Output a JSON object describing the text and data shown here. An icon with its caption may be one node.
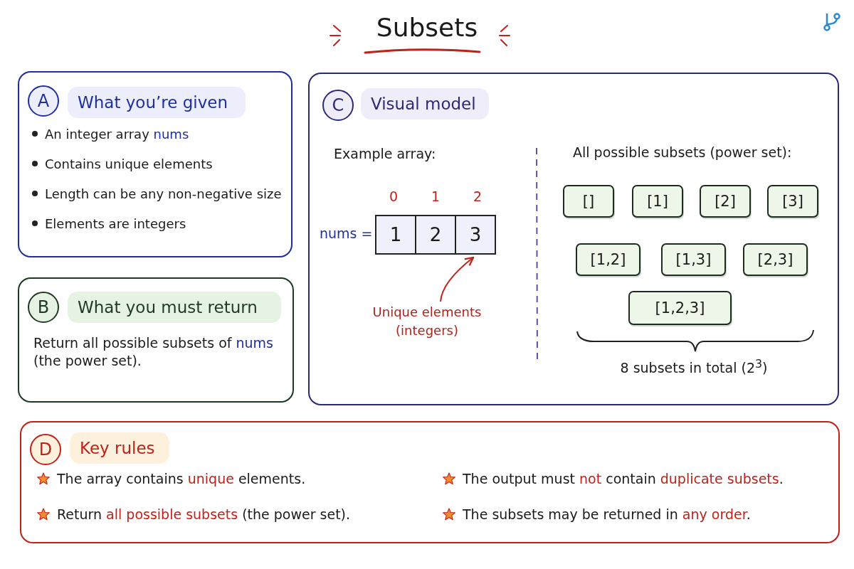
{
  "diagram": {
    "title": "Subsets",
    "nodes": [
      {
        "text": [
          "An integer array **nums**",
          "Contains unique elements",
          "Length can be any non-negative size",
          "Elements are integers"
        ]
      },
      {
        "text": [
          "A"
        ],
        "in": 0
      },
      {
        "text": [
          "What you’re given"
        ],
        "in": 0
      },
      {
        "text": [
          "Return all possible subsets of **nums** (the power set)."
        ]
      },
      {
        "text": [
          "B"
        ],
        "in": 3
      },
      {
        "text": [
          "What you must return"
        ],
        "in": 3
      },
      {
        "text": [
          "Example array:",
          "All possible subsets (power set):",
          "8 subsets in total (2$^{3}$)"
        ]
      },
      {
        "text": [
          "C"
        ],
        "in": 6
      },
      {
        "text": [
          "Visual model"
        ],
        "in": 6
      },
      {
        "text": [
          "1"
        ],
        "in": 6
      },
      {
        "text": [
          "2"
        ],
        "in": 6
      },
      {
        "text": [
          "3"
        ],
        "in": 6
      },
      {
        "text": [
          "Unique elements (integers)"
        ],
        "in": 6
      },
      {
        "text": [
          "[]"
        ],
        "in": 6
      },
      {
        "text": [
          "[1]"
        ],
        "in": 6
      },
      {
        "text": [
          "[2]"
        ],
        "in": 6
      },
      {
        "text": [
          "[3]"
        ],
        "in": 6
      },
      {
        "text": [
          "[1,2]"
        ],
        "in": 6
      },
      {
        "text": [
          "[1,3]"
        ],
        "in": 6
      },
      {
        "text": [
          "[2,3]"
        ],
        "in": 6
      },
      {
        "text": [
          "[1,2,3]"
        ],
        "in": 6
      },
      {
        "text": [
          "The array contains **unique** elements.",
          "Return **all possible subsets** (the power set).",
          "The output must **not** contain **duplicate subsets**.",
          "The subsets may be returned in **any order**."
        ]
      },
      {
        "text": [
          "D"
        ],
        "in": 21
      },
      {
        "text": [
          "Key rules"
        ],
        "in": 21
      }
    ],
    "edges": [
      {
        "from": 12,
        "to": 11,
        "arrow": "to"
      }
    ],
    "labels": [
      "0",
      "1",
      "2",
      "nums ="
    ]
  }
}
